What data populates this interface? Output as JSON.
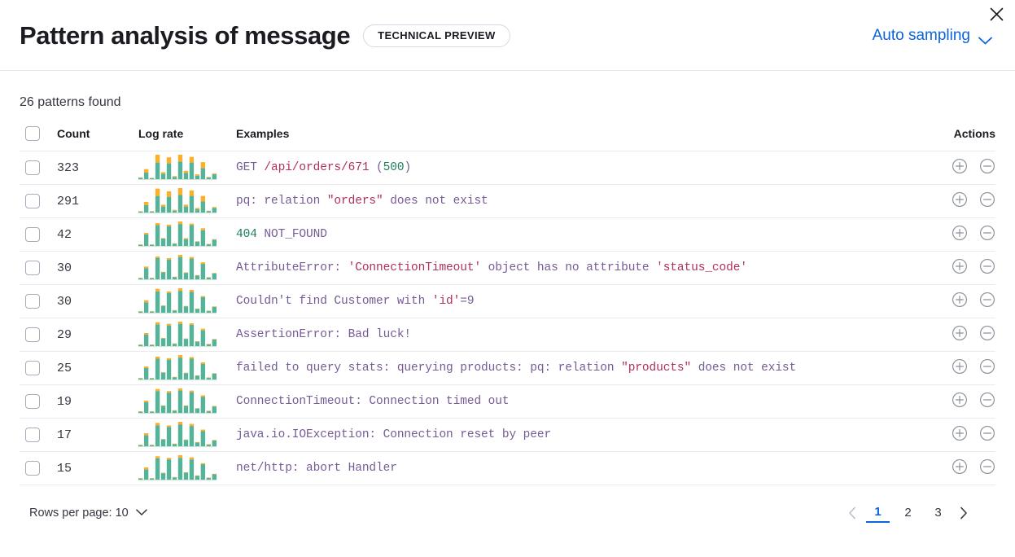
{
  "header": {
    "title": "Pattern analysis of message",
    "badge": "TECHNICAL PREVIEW",
    "sampling_label": "Auto sampling",
    "chevron_icon": "chevron-down-icon",
    "close_icon": "close-icon",
    "accent_color": "#0b64dd"
  },
  "summary": {
    "patterns_found": "26 patterns found"
  },
  "table": {
    "columns": {
      "select": "",
      "count": "Count",
      "log_rate": "Log rate",
      "examples": "Examples",
      "actions": "Actions"
    },
    "row_action_icons": {
      "add": "plus-circle-icon",
      "remove": "minus-circle-icon"
    },
    "rows": [
      {
        "count": "323",
        "example_plain": "GET /api/orders/671 (500)",
        "tokens": [
          {
            "t": "GET ",
            "c": "plain"
          },
          {
            "t": "/api/orders/671",
            "c": "str"
          },
          {
            "t": " (",
            "c": "plain"
          },
          {
            "t": "500",
            "c": "num"
          },
          {
            "t": ")",
            "c": "plain"
          }
        ],
        "log_rate": {
          "teal": [
            3,
            15,
            2,
            38,
            12,
            36,
            5,
            40,
            14,
            38,
            8,
            25,
            4,
            11
          ],
          "orange": [
            1,
            8,
            1,
            18,
            4,
            14,
            2,
            16,
            5,
            13,
            3,
            14,
            1,
            2
          ]
        }
      },
      {
        "count": "291",
        "example_plain": "pq: relation \"orders\" does not exist",
        "tokens": [
          {
            "t": "pq: relation ",
            "c": "plain"
          },
          {
            "t": "\"orders\"",
            "c": "str"
          },
          {
            "t": " does not exist",
            "c": "plain"
          }
        ],
        "log_rate": {
          "teal": [
            2,
            16,
            2,
            36,
            13,
            34,
            4,
            38,
            13,
            36,
            7,
            24,
            3,
            10
          ],
          "orange": [
            1,
            7,
            1,
            16,
            4,
            12,
            2,
            15,
            4,
            12,
            3,
            12,
            1,
            2
          ]
        }
      },
      {
        "count": "42",
        "example_plain": "404 NOT_FOUND",
        "tokens": [
          {
            "t": "404",
            "c": "num"
          },
          {
            "t": " NOT_FOUND",
            "c": "plain"
          }
        ],
        "log_rate": {
          "teal": [
            2,
            22,
            2,
            40,
            14,
            38,
            4,
            42,
            13,
            40,
            8,
            30,
            3,
            12
          ],
          "orange": [
            1,
            3,
            1,
            4,
            1,
            3,
            1,
            5,
            2,
            3,
            1,
            4,
            1,
            1
          ]
        }
      },
      {
        "count": "30",
        "example_plain": "AttributeError: 'ConnectionTimeout' object has no attribute 'status_code'",
        "tokens": [
          {
            "t": "AttributeError: ",
            "c": "plain"
          },
          {
            "t": "'ConnectionTimeout'",
            "c": "str"
          },
          {
            "t": " object has no attribute ",
            "c": "plain"
          },
          {
            "t": "'status_code'",
            "c": "str"
          }
        ],
        "log_rate": {
          "teal": [
            2,
            21,
            2,
            40,
            13,
            37,
            4,
            42,
            12,
            39,
            7,
            29,
            3,
            11
          ],
          "orange": [
            1,
            3,
            1,
            3,
            1,
            3,
            1,
            4,
            1,
            3,
            1,
            3,
            1,
            1
          ]
        }
      },
      {
        "count": "30",
        "example_plain": "Couldn't find Customer with 'id'=9",
        "tokens": [
          {
            "t": "Couldn't find Customer with ",
            "c": "plain"
          },
          {
            "t": "'id'",
            "c": "str"
          },
          {
            "t": "=9",
            "c": "plain"
          }
        ],
        "log_rate": {
          "teal": [
            2,
            20,
            2,
            41,
            13,
            38,
            4,
            42,
            12,
            40,
            7,
            30,
            3,
            11
          ],
          "orange": [
            1,
            4,
            1,
            5,
            1,
            3,
            1,
            5,
            1,
            4,
            1,
            2,
            1,
            1
          ]
        }
      },
      {
        "count": "29",
        "example_plain": "AssertionError: Bad luck!",
        "tokens": [
          {
            "t": "AssertionError: Bad luck!",
            "c": "plain"
          }
        ],
        "log_rate": {
          "teal": [
            2,
            21,
            2,
            40,
            14,
            38,
            4,
            41,
            13,
            39,
            8,
            29,
            3,
            12
          ],
          "orange": [
            1,
            3,
            1,
            4,
            1,
            3,
            1,
            4,
            1,
            3,
            1,
            3,
            1,
            1
          ]
        }
      },
      {
        "count": "25",
        "example_plain": "failed to query stats: querying products: pq: relation \"products\" does not exist",
        "tokens": [
          {
            "t": "failed to query stats: querying products: pq: relation ",
            "c": "plain"
          },
          {
            "t": "\"products\"",
            "c": "str"
          },
          {
            "t": " does not exist",
            "c": "plain"
          }
        ],
        "log_rate": {
          "teal": [
            2,
            22,
            2,
            40,
            13,
            38,
            4,
            42,
            12,
            40,
            7,
            30,
            3,
            11
          ],
          "orange": [
            1,
            3,
            1,
            4,
            1,
            3,
            1,
            5,
            1,
            3,
            1,
            3,
            1,
            1
          ]
        }
      },
      {
        "count": "19",
        "example_plain": "ConnectionTimeout: Connection timed out",
        "tokens": [
          {
            "t": "ConnectionTimeout: Connection timed out",
            "c": "plain"
          }
        ],
        "log_rate": {
          "teal": [
            2,
            20,
            2,
            41,
            13,
            38,
            4,
            42,
            13,
            39,
            8,
            30,
            3,
            12
          ],
          "orange": [
            1,
            3,
            1,
            4,
            1,
            3,
            1,
            4,
            1,
            3,
            1,
            3,
            1,
            1
          ]
        }
      },
      {
        "count": "17",
        "example_plain": "java.io.IOException: Connection reset by peer",
        "tokens": [
          {
            "t": "java.io.IOException: Connection reset by peer",
            "c": "plain"
          }
        ],
        "log_rate": {
          "teal": [
            2,
            21,
            2,
            40,
            13,
            37,
            4,
            42,
            12,
            39,
            7,
            29,
            3,
            11
          ],
          "orange": [
            1,
            4,
            1,
            5,
            1,
            3,
            1,
            5,
            1,
            4,
            1,
            3,
            1,
            1
          ]
        }
      },
      {
        "count": "15",
        "example_plain": "net/http: abort Handler",
        "tokens": [
          {
            "t": "net/http: abort Handler",
            "c": "plain"
          }
        ],
        "log_rate": {
          "teal": [
            2,
            19,
            2,
            40,
            12,
            38,
            4,
            41,
            13,
            38,
            7,
            29,
            3,
            10
          ],
          "orange": [
            1,
            4,
            1,
            4,
            1,
            3,
            1,
            5,
            1,
            4,
            1,
            2,
            1,
            1
          ]
        }
      }
    ]
  },
  "footer": {
    "rows_per_page_label": "Rows per page: 10",
    "rows_per_page_icon": "chevron-down-icon",
    "prev_icon": "chevron-left-icon",
    "next_icon": "chevron-right-icon",
    "pages": [
      "1",
      "2",
      "3"
    ],
    "active_page": "1"
  },
  "colors": {
    "spark_teal": "#54b399",
    "spark_orange": "#fdaf27",
    "link": "#0b64dd",
    "border": "#e8eaee"
  }
}
